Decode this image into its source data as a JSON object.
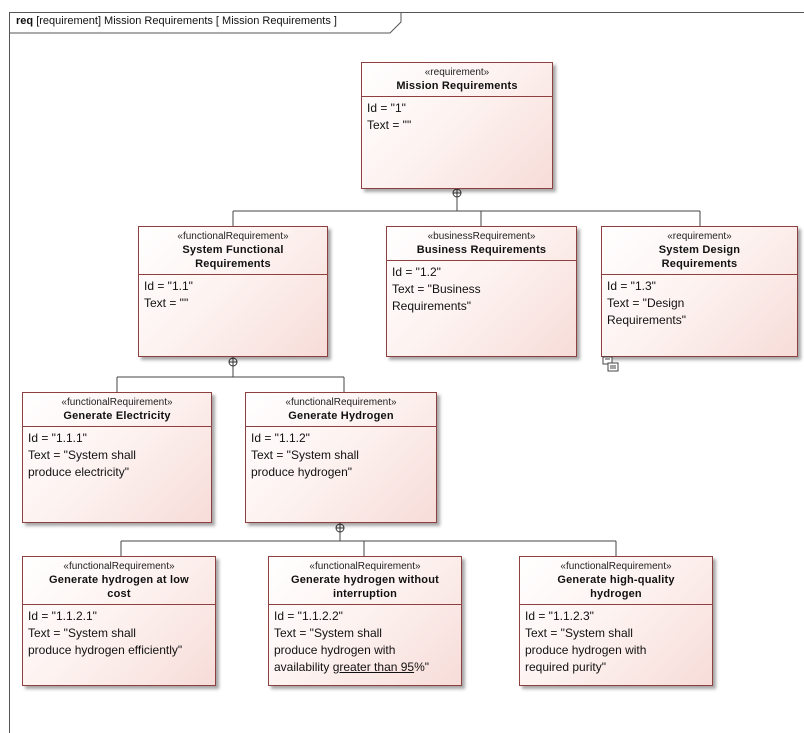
{
  "frame": {
    "kind": "req",
    "title": "[requirement] Mission Requirements [ Mission Requirements ]"
  },
  "requirements": {
    "r1": {
      "stereotype": "«requirement»",
      "name": "Mission Requirements",
      "id": "Id = \"1\"",
      "text": [
        "Text = \"\""
      ]
    },
    "r11": {
      "stereotype": "«functionalRequirement»",
      "name": [
        "System Functional",
        "Requirements"
      ],
      "id": "Id = \"1.1\"",
      "text": [
        "Text = \"\""
      ]
    },
    "r12": {
      "stereotype": "«businessRequirement»",
      "name": "Business Requirements",
      "id": "Id = \"1.2\"",
      "text": [
        "Text = \"Business",
        "Requirements\""
      ]
    },
    "r13": {
      "stereotype": "«requirement»",
      "name": [
        "System Design",
        "Requirements"
      ],
      "id": "Id = \"1.3\"",
      "text": [
        "Text = \"Design",
        "Requirements\""
      ]
    },
    "r111": {
      "stereotype": "«functionalRequirement»",
      "name": "Generate Electricity",
      "id": "Id = \"1.1.1\"",
      "text": [
        "Text = \"System shall",
        "produce electricity\""
      ]
    },
    "r112": {
      "stereotype": "«functionalRequirement»",
      "name": "Generate Hydrogen",
      "id": "Id = \"1.1.2\"",
      "text": [
        "Text = \"System shall",
        "produce hydrogen\""
      ]
    },
    "r1121": {
      "stereotype": "«functionalRequirement»",
      "name": [
        "Generate hydrogen at low",
        "cost"
      ],
      "id": "Id = \"1.1.2.1\"",
      "text": [
        "Text = \"System shall",
        "produce hydrogen efficiently\""
      ]
    },
    "r1122": {
      "stereotype": "«functionalRequirement»",
      "name": [
        "Generate hydrogen without",
        "interruption"
      ],
      "id": "Id = \"1.1.2.2\"",
      "text": [
        "Text = \"System shall",
        "produce hydrogen with"
      ],
      "text_last_prefix": "availability ",
      "text_last_underlined": "greater than 95",
      "text_last_suffix": "%\""
    },
    "r1123": {
      "stereotype": "«functionalRequirement»",
      "name": [
        "Generate high-quality",
        "hydrogen"
      ],
      "id": "Id = \"1.1.2.3\"",
      "text": [
        "Text = \"System shall",
        "produce hydrogen with",
        "required purity\""
      ]
    }
  },
  "icons": {
    "containment": "containment-crosshair-icon",
    "note": "note-link-icon"
  },
  "colors": {
    "border": "#8e3f3f",
    "fill_light": "#ffffff",
    "fill_dark": "#f7dcd8",
    "line": "#444444"
  }
}
